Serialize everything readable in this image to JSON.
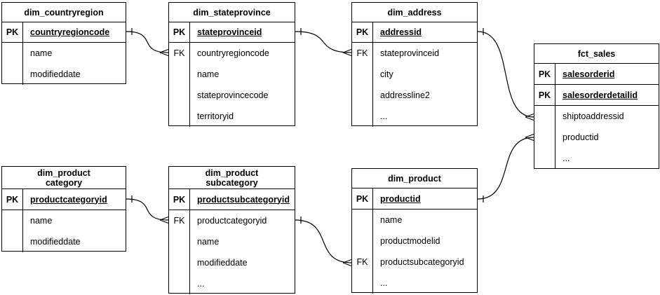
{
  "colors": {
    "background": "#ffffff",
    "table_background": "#ffffff",
    "border": "#000000",
    "text": "#000000",
    "line": "#000000"
  },
  "tables": [
    {
      "title": "dim_countryregion",
      "rows": [
        {
          "key": "PK",
          "name": "countryregioncode"
        },
        {
          "key": "",
          "name": "name"
        },
        {
          "key": "",
          "name": "modifieddate"
        }
      ]
    },
    {
      "title": "dim_stateprovince",
      "rows": [
        {
          "key": "PK",
          "name": "stateprovinceid"
        },
        {
          "key": "FK",
          "name": "countryregioncode"
        },
        {
          "key": "",
          "name": "name"
        },
        {
          "key": "",
          "name": "stateprovincecode"
        },
        {
          "key": "",
          "name": "territoryid"
        }
      ]
    },
    {
      "title": "dim_address",
      "rows": [
        {
          "key": "PK",
          "name": "addressid"
        },
        {
          "key": "FK",
          "name": "stateprovinceid"
        },
        {
          "key": "",
          "name": "city"
        },
        {
          "key": "",
          "name": "addressline2"
        },
        {
          "key": "",
          "name": "..."
        }
      ]
    },
    {
      "title": "fct_sales",
      "rows": [
        {
          "key": "PK",
          "name": "salesorderid"
        },
        {
          "key": "PK",
          "name": "salesorderdetailid"
        },
        {
          "key": "",
          "name": "shiptoaddressid"
        },
        {
          "key": "",
          "name": "productid"
        },
        {
          "key": "",
          "name": "..."
        }
      ]
    },
    {
      "title": "dim_product\ncategory",
      "rows": [
        {
          "key": "PK",
          "name": "productcategoryid"
        },
        {
          "key": "",
          "name": "name"
        },
        {
          "key": "",
          "name": "modifieddate"
        }
      ]
    },
    {
      "title": "dim_product\nsubcategory",
      "rows": [
        {
          "key": "PK",
          "name": "productsubcategoryid"
        },
        {
          "key": "FK",
          "name": "productcategoryid"
        },
        {
          "key": "",
          "name": "name"
        },
        {
          "key": "",
          "name": "modifieddate"
        },
        {
          "key": "",
          "name": "..."
        }
      ]
    },
    {
      "title": "dim_product",
      "rows": [
        {
          "key": "PK",
          "name": "productid"
        },
        {
          "key": "",
          "name": "name"
        },
        {
          "key": "",
          "name": "productmodelid"
        },
        {
          "key": "FK",
          "name": "productsubcategoryid"
        },
        {
          "key": "",
          "name": "..."
        }
      ]
    }
  ],
  "relationships": [
    {
      "from": "dim_countryregion.countryregioncode",
      "to": "dim_stateprovince.countryregioncode",
      "cardinality": "one-to-many"
    },
    {
      "from": "dim_stateprovince.stateprovinceid",
      "to": "dim_address.stateprovinceid",
      "cardinality": "one-to-many"
    },
    {
      "from": "dim_address.addressid",
      "to": "fct_sales.shiptoaddressid",
      "cardinality": "one-to-many"
    },
    {
      "from": "dim_product.productid",
      "to": "fct_sales.productid",
      "cardinality": "one-to-many"
    },
    {
      "from": "dim_product category.productcategoryid",
      "to": "dim_product subcategory.productcategoryid",
      "cardinality": "one-to-many"
    },
    {
      "from": "dim_product subcategory.productsubcategoryid",
      "to": "dim_product.productsubcategoryid",
      "cardinality": "one-to-many"
    }
  ]
}
